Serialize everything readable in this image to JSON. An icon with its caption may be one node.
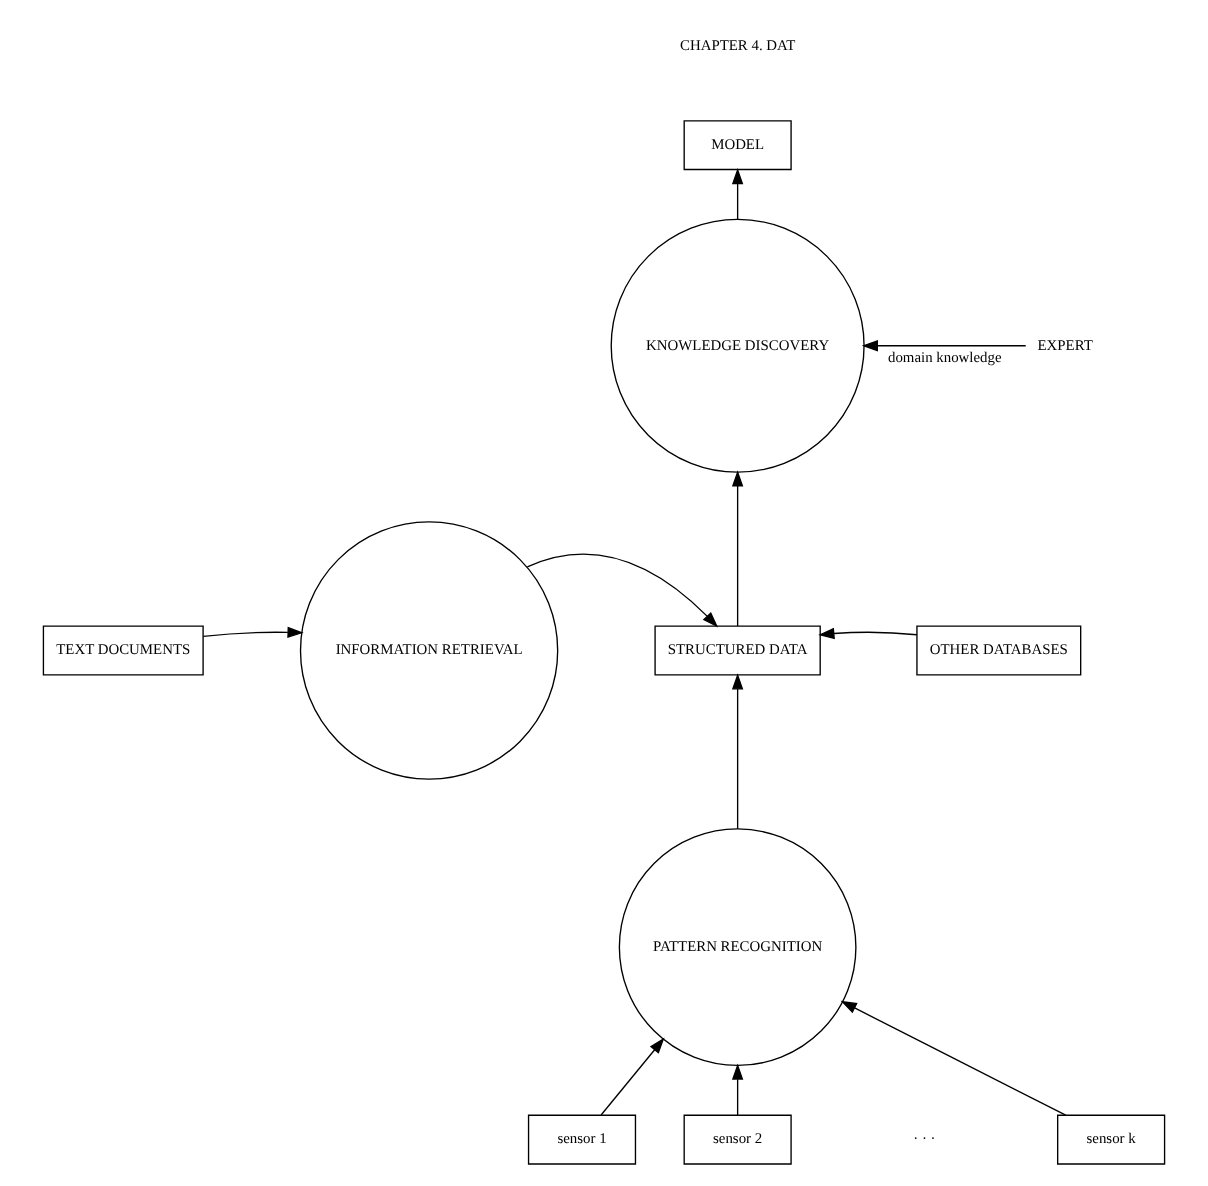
{
  "diagram": {
    "nodes": [
      {
        "text": [
          "MODEL"
        ]
      },
      {
        "text": [
          "KNOWLEDGE DISCOVERY"
        ]
      },
      {
        "text": [
          "EXPERT"
        ]
      },
      {
        "text": [
          "TEXT DOCUMENTS"
        ]
      },
      {
        "text": [
          "INFORMATION RETRIEVAL"
        ]
      },
      {
        "text": [
          "STRUCTURED DATA"
        ]
      },
      {
        "text": [
          "OTHER DATABASES"
        ]
      },
      {
        "text": [
          "PATTERN RECOGNITION"
        ]
      },
      {
        "text": [
          "sensor 1"
        ]
      },
      {
        "text": [
          "sensor 2"
        ]
      },
      {
        "text": [
          "sensor k"
        ]
      }
    ],
    "edges": [
      {
        "from": 1,
        "to": 0,
        "arrow": "to"
      },
      {
        "from": 2,
        "to": 1,
        "arrow": "to",
        "label": "domain knowledge"
      },
      {
        "from": 5,
        "to": 1,
        "arrow": "to"
      },
      {
        "from": 3,
        "to": 4,
        "arrow": "to"
      },
      {
        "from": 4,
        "to": 5,
        "arrow": "to"
      },
      {
        "from": 6,
        "to": 5,
        "arrow": "to"
      },
      {
        "from": 7,
        "to": 5,
        "arrow": "to"
      },
      {
        "from": 8,
        "to": 7,
        "arrow": "to"
      },
      {
        "from": 9,
        "to": 7,
        "arrow": "to"
      },
      {
        "from": 10,
        "to": 7,
        "arrow": "to"
      }
    ],
    "labels": [
      "CHAPTER 4. DAT",
      "· · ·"
    ]
  }
}
